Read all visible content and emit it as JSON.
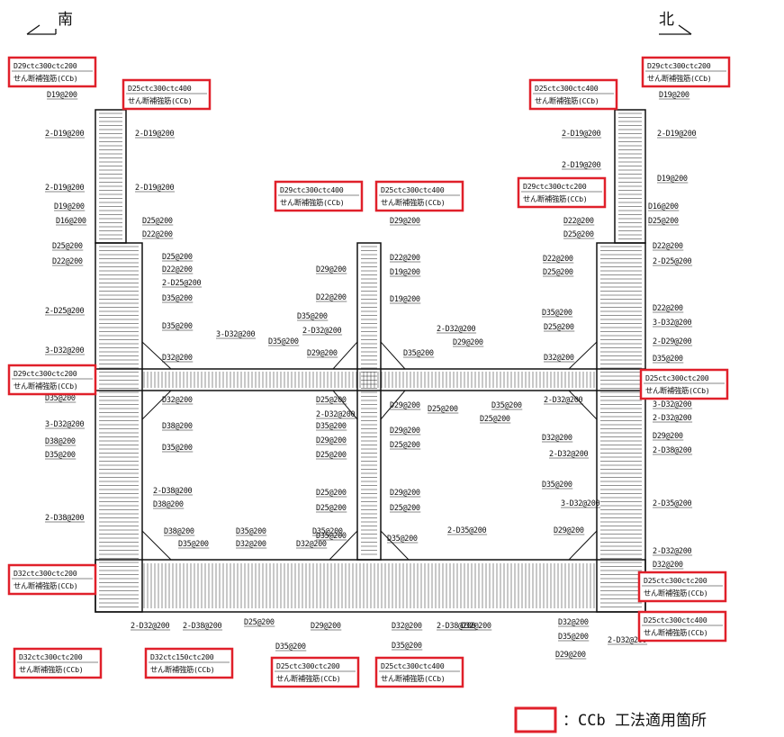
{
  "directions": {
    "south": "南",
    "north": "北"
  },
  "ccb_boxes": [
    {
      "line1": "D29ctc300ctc200",
      "line2": "せん断補強筋(CCb)"
    },
    {
      "line1": "D25ctc300ctc400",
      "line2": "せん断補強筋(CCb)"
    },
    {
      "line1": "D29ctc300ctc400",
      "line2": "せん断補強筋(CCb)"
    },
    {
      "line1": "D25ctc300ctc400",
      "line2": "せん断補強筋(CCb)"
    },
    {
      "line1": "D29ctc300ctc200",
      "line2": "せん断補強筋(CCb)"
    },
    {
      "line1": "D25ctc300ctc400",
      "line2": "せん断補強筋(CCb)"
    },
    {
      "line1": "D29ctc300ctc200",
      "line2": "せん断補強筋(CCb)"
    },
    {
      "line1": "D29ctc300ctc200",
      "line2": "せん断補強筋(CCb)"
    },
    {
      "line1": "D25ctc300ctc200",
      "line2": "せん断補強筋(CCb)"
    },
    {
      "line1": "D32ctc300ctc200",
      "line2": "せん断補強筋(CCb)"
    },
    {
      "line1": "D25ctc300ctc200",
      "line2": "せん断補強筋(CCb)"
    },
    {
      "line1": "D25ctc300ctc400",
      "line2": "せん断補強筋(CCb)"
    },
    {
      "line1": "D32ctc300ctc200",
      "line2": "せん断補強筋(CCb)"
    },
    {
      "line1": "D32ctc150ctc200",
      "line2": "せん断補強筋(CCb)"
    },
    {
      "line1": "D25ctc300ctc200",
      "line2": "せん断補強筋(CCb)"
    },
    {
      "line1": "D25ctc300ctc400",
      "line2": "せん断補強筋(CCb)"
    }
  ],
  "bar_labels": [
    "D19@200",
    "2-D19@200",
    "2-D19@200",
    "2-D19@200",
    "2-D19@200",
    "D19@200",
    "D16@200",
    "D25@200",
    "D22@200",
    "D25@200",
    "D22@200",
    "D25@200",
    "D22@200",
    "2-D25@200",
    "D35@200",
    "2-D25@200",
    "3-D32@200",
    "D35@200",
    "D32@200",
    "D35@200",
    "3-D32@200",
    "D38@200",
    "D35@200",
    "D32@200",
    "3-D32@200",
    "D38@200",
    "D35@200",
    "2-D38@200",
    "D38@200",
    "2-D38@200",
    "D38@200",
    "D35@200",
    "D35@200",
    "D32@200",
    "D35@200",
    "D32@200",
    "D29@200",
    "D29@200",
    "D22@200",
    "D19@200",
    "D22@200",
    "D19@200",
    "D35@200",
    "2-D32@200",
    "3-D32@200",
    "D35@200",
    "D29@200",
    "D35@200",
    "2-D32@200",
    "D29@200",
    "D25@200",
    "2-D32@200",
    "D35@200",
    "D29@200",
    "D25@200",
    "D25@200",
    "D35@200",
    "D25@200",
    "D29@200",
    "D25@200",
    "D29@200",
    "D25@200",
    "D29@200",
    "D25@200",
    "D35@200",
    "2-D35@200",
    "D19@200",
    "2-D19@200",
    "2-D19@200",
    "2-D19@200",
    "D19@200",
    "D16@200",
    "D25@200",
    "D22@200",
    "D25@200",
    "D22@200",
    "D25@200",
    "D22@200",
    "2-D25@200",
    "D35@200",
    "D25@200",
    "D22@200",
    "3-D32@200",
    "2-D29@200",
    "D35@200",
    "D32@200",
    "2-D32@200",
    "D35@200",
    "D25@200",
    "3-D32@200",
    "2-D32@200",
    "D29@200",
    "2-D38@200",
    "D32@200",
    "2-D32@200",
    "D35@200",
    "3-D32@200",
    "2-D35@200",
    "D29@200",
    "2-D32@200",
    "D32@200",
    "2-D32@200",
    "2-D38@200",
    "D25@200",
    "D29@200",
    "D35@200",
    "D32@200",
    "D35@200",
    "2-D38@200",
    "D32@200",
    "D32@200",
    "D35@200",
    "D29@200",
    "2-D32@200"
  ],
  "legend": {
    "text": "：CCb 工法適用箇所",
    "box_color": "#e0202a"
  }
}
